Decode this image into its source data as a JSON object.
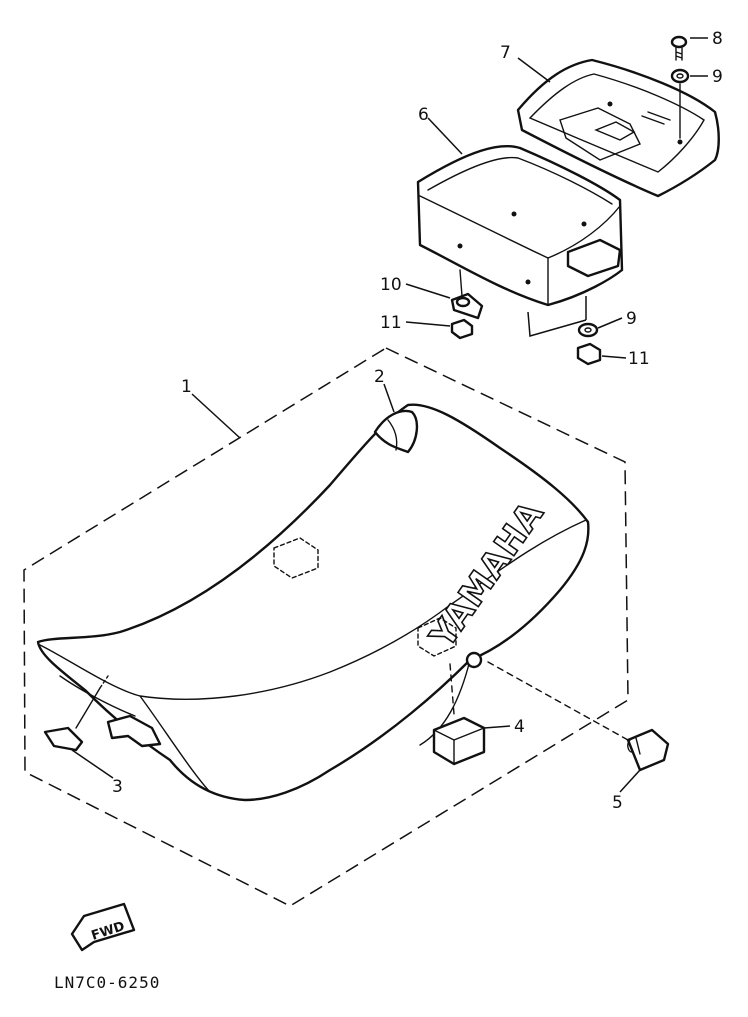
{
  "callouts": {
    "c1": "1",
    "c2": "2",
    "c3": "3",
    "c4": "4",
    "c5": "5",
    "c6": "6",
    "c7": "7",
    "c8": "8",
    "c9a": "9",
    "c9b": "9",
    "c10": "10",
    "c11a": "11",
    "c11b": "11"
  },
  "seat_logo": "YAMAHA",
  "fwd_label": "FWD",
  "drawing_code": "LN7C0-6250"
}
